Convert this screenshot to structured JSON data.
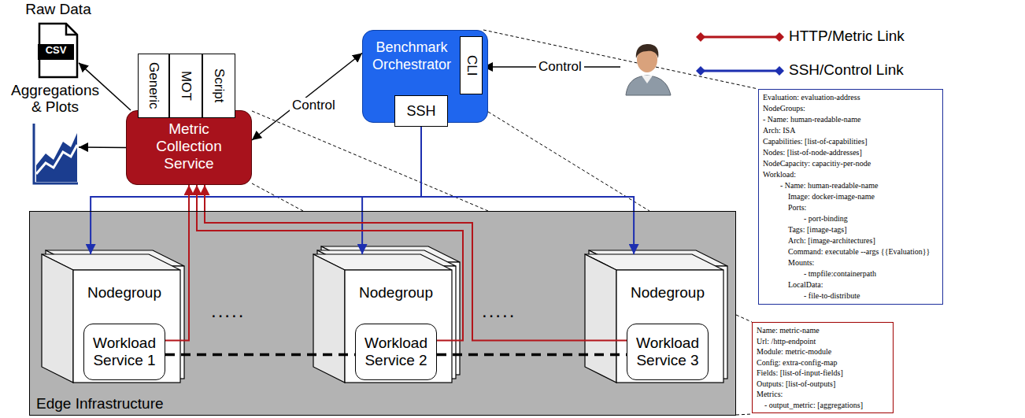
{
  "diagram": {
    "nodes": [
      {
        "text": [
          "Raw Data",
          "CSV"
        ]
      },
      {
        "text": [
          "Aggregations & Plots"
        ]
      },
      {
        "text": [
          "Generic"
        ]
      },
      {
        "text": [
          "MOT"
        ]
      },
      {
        "text": [
          "Script"
        ]
      },
      {
        "text": [
          "Metric Collection Service"
        ]
      },
      {
        "text": [
          "Benchmark Orchestrator"
        ]
      },
      {
        "text": [
          "CLI"
        ],
        "in": 6
      },
      {
        "text": [
          "SSH"
        ],
        "in": 6
      },
      {
        "text": [
          "Evaluation: evaluation-address",
          "NodeGroups:",
          "- Name: human-readable-name",
          "Arch: ISA",
          "Capabilities: [list-of-capabilities]",
          "Nodes: [list-of-node-addresses]",
          "NodeCapacity: capacitiy-per-node",
          "Workload:",
          "- Name: human-readable-name",
          "Image: docker-image-name",
          "Ports:",
          "- port-binding",
          "Tags: [image-tags]",
          "Arch: [image-architectures]",
          "Command: executable --args {{Evaluation}}",
          "Mounts:",
          "- tmpfile:containerpath",
          "LocalData:",
          "- file-to-distribute"
        ]
      },
      {
        "text": [
          "Edge Infrastructure"
        ]
      },
      {
        "text": [
          "Nodegroup"
        ],
        "in": 10
      },
      {
        "text": [
          "Workload Service 1"
        ],
        "in": 11
      },
      {
        "text": [
          "Nodegroup"
        ],
        "in": 10
      },
      {
        "text": [
          "Workload Service 2"
        ],
        "in": 13
      },
      {
        "text": [
          "Nodegroup"
        ],
        "in": 10
      },
      {
        "text": [
          "Workload Service 3"
        ],
        "in": 15
      },
      {
        "text": [
          "Name: metric-name",
          "Url: /http-endpoint",
          "Module: metric-module",
          "Config: extra-config-map",
          "Fields: [list-of-input-fields]",
          "Outputs: [list-of-outputs]",
          "Metrics:",
          "- output_metric: [aggregations]"
        ]
      }
    ],
    "edges": [
      {
        "from": 5,
        "to": 0,
        "arrow": "to"
      },
      {
        "from": 5,
        "to": 1,
        "arrow": "to"
      },
      {
        "from": 6,
        "to": 5,
        "label": "Control",
        "arrow": "both"
      },
      {
        "from": 8,
        "to": 11,
        "arrow": "to"
      },
      {
        "from": 8,
        "to": 13,
        "arrow": "to"
      },
      {
        "from": 8,
        "to": 15,
        "arrow": "to"
      },
      {
        "from": 12,
        "to": 5,
        "arrow": "to"
      },
      {
        "from": 14,
        "to": 5,
        "arrow": "to"
      },
      {
        "from": 16,
        "to": 5,
        "arrow": "to"
      },
      {
        "from": 12,
        "to": 14,
        "arrow": "none"
      },
      {
        "from": 14,
        "to": 16,
        "arrow": "none"
      }
    ],
    "labels": [
      "Control",
      ".....",
      "....."
    ],
    "legend": [
      {
        "text": "HTTP/Metric Link"
      },
      {
        "text": "SSH/Control Link"
      }
    ]
  }
}
